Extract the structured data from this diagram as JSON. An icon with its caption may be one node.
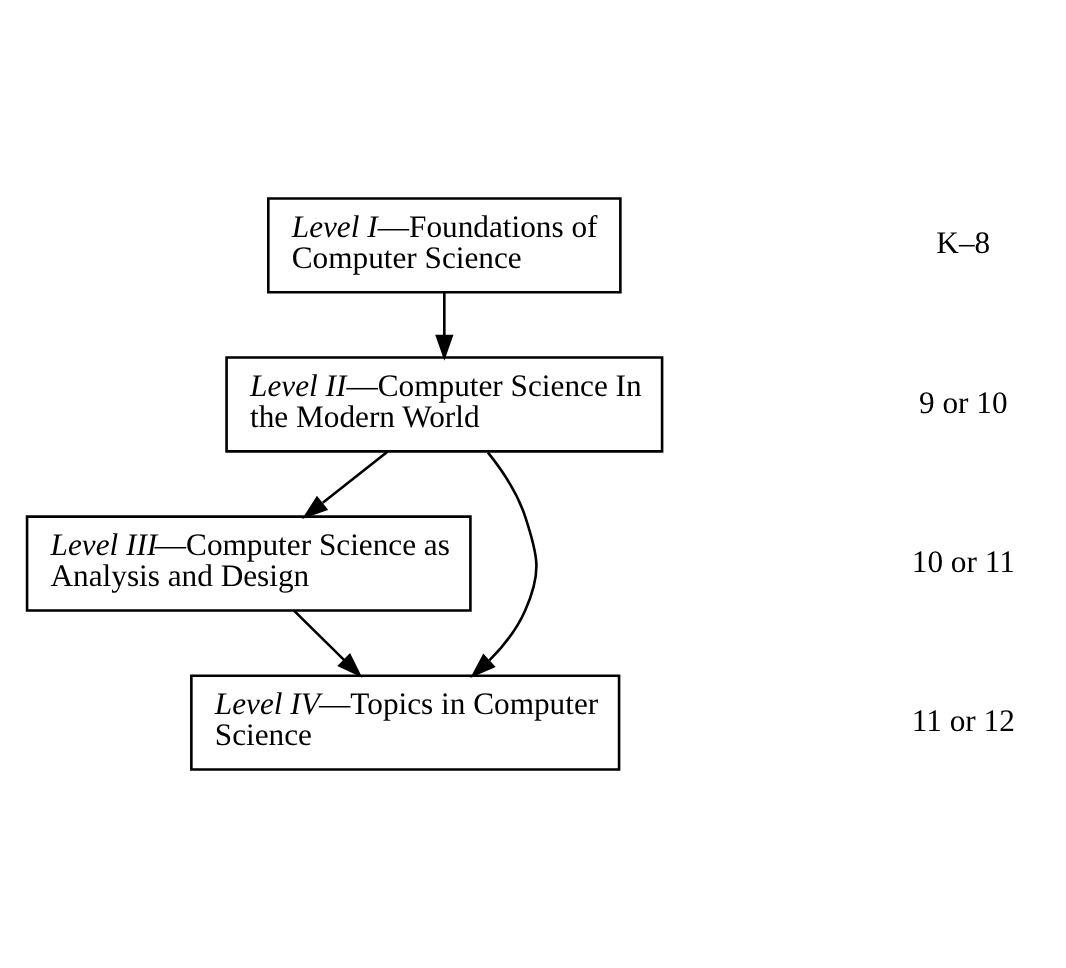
{
  "diagram": {
    "nodes": [
      {
        "text": [
          "*Level I*—Foundations of Computer Science"
        ]
      },
      {
        "text": [
          "*Level II*—Computer Science In the Modern World"
        ]
      },
      {
        "text": [
          "*Level III*—Computer Science as Analysis and Design"
        ]
      },
      {
        "text": [
          "*Level IV*—Topics in Computer Science"
        ]
      }
    ],
    "edges": [
      {
        "from": 0,
        "to": 1,
        "arrow": "to"
      },
      {
        "from": 1,
        "to": 2,
        "arrow": "to"
      },
      {
        "from": 1,
        "to": 3,
        "arrow": "to"
      },
      {
        "from": 2,
        "to": 3,
        "arrow": "to"
      }
    ],
    "labels": [
      "K–8",
      "9 or 10",
      "10 or 11",
      "11 or 12"
    ]
  }
}
